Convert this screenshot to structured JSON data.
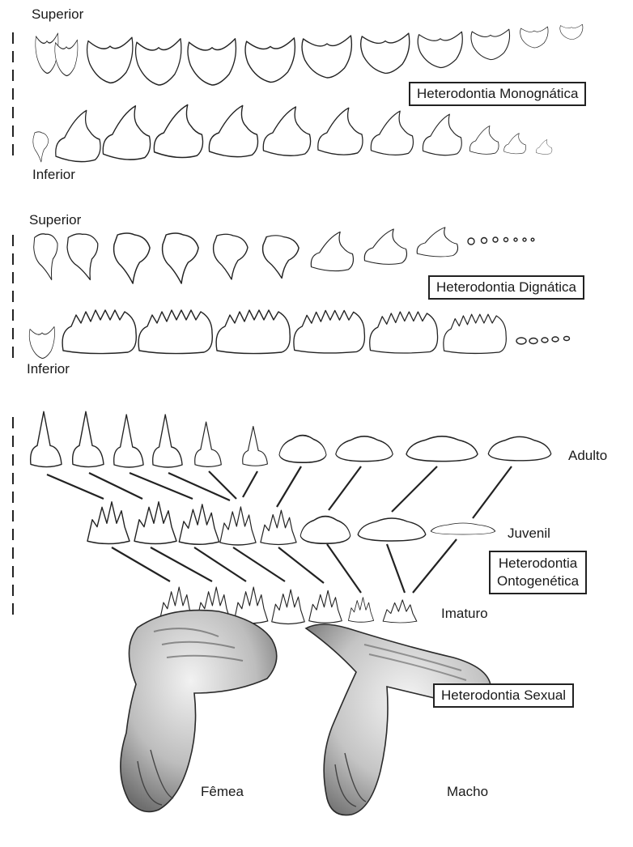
{
  "sections": {
    "monognatica": {
      "upper_label": "Superior",
      "lower_label": "Inferior",
      "title": "Heterodontia Monognática"
    },
    "dignatica": {
      "upper_label": "Superior",
      "lower_label": "Inferior",
      "title": "Heterodontia Dignática"
    },
    "ontogenetica": {
      "title_line1": "Heterodontia",
      "title_line2": "Ontogenética",
      "stage_adult": "Adulto",
      "stage_juvenile": "Juvenil",
      "stage_immature": "Imaturo"
    },
    "sexual": {
      "title": "Heterodontia Sexual",
      "female_label": "Fêmea",
      "male_label": "Macho"
    }
  }
}
